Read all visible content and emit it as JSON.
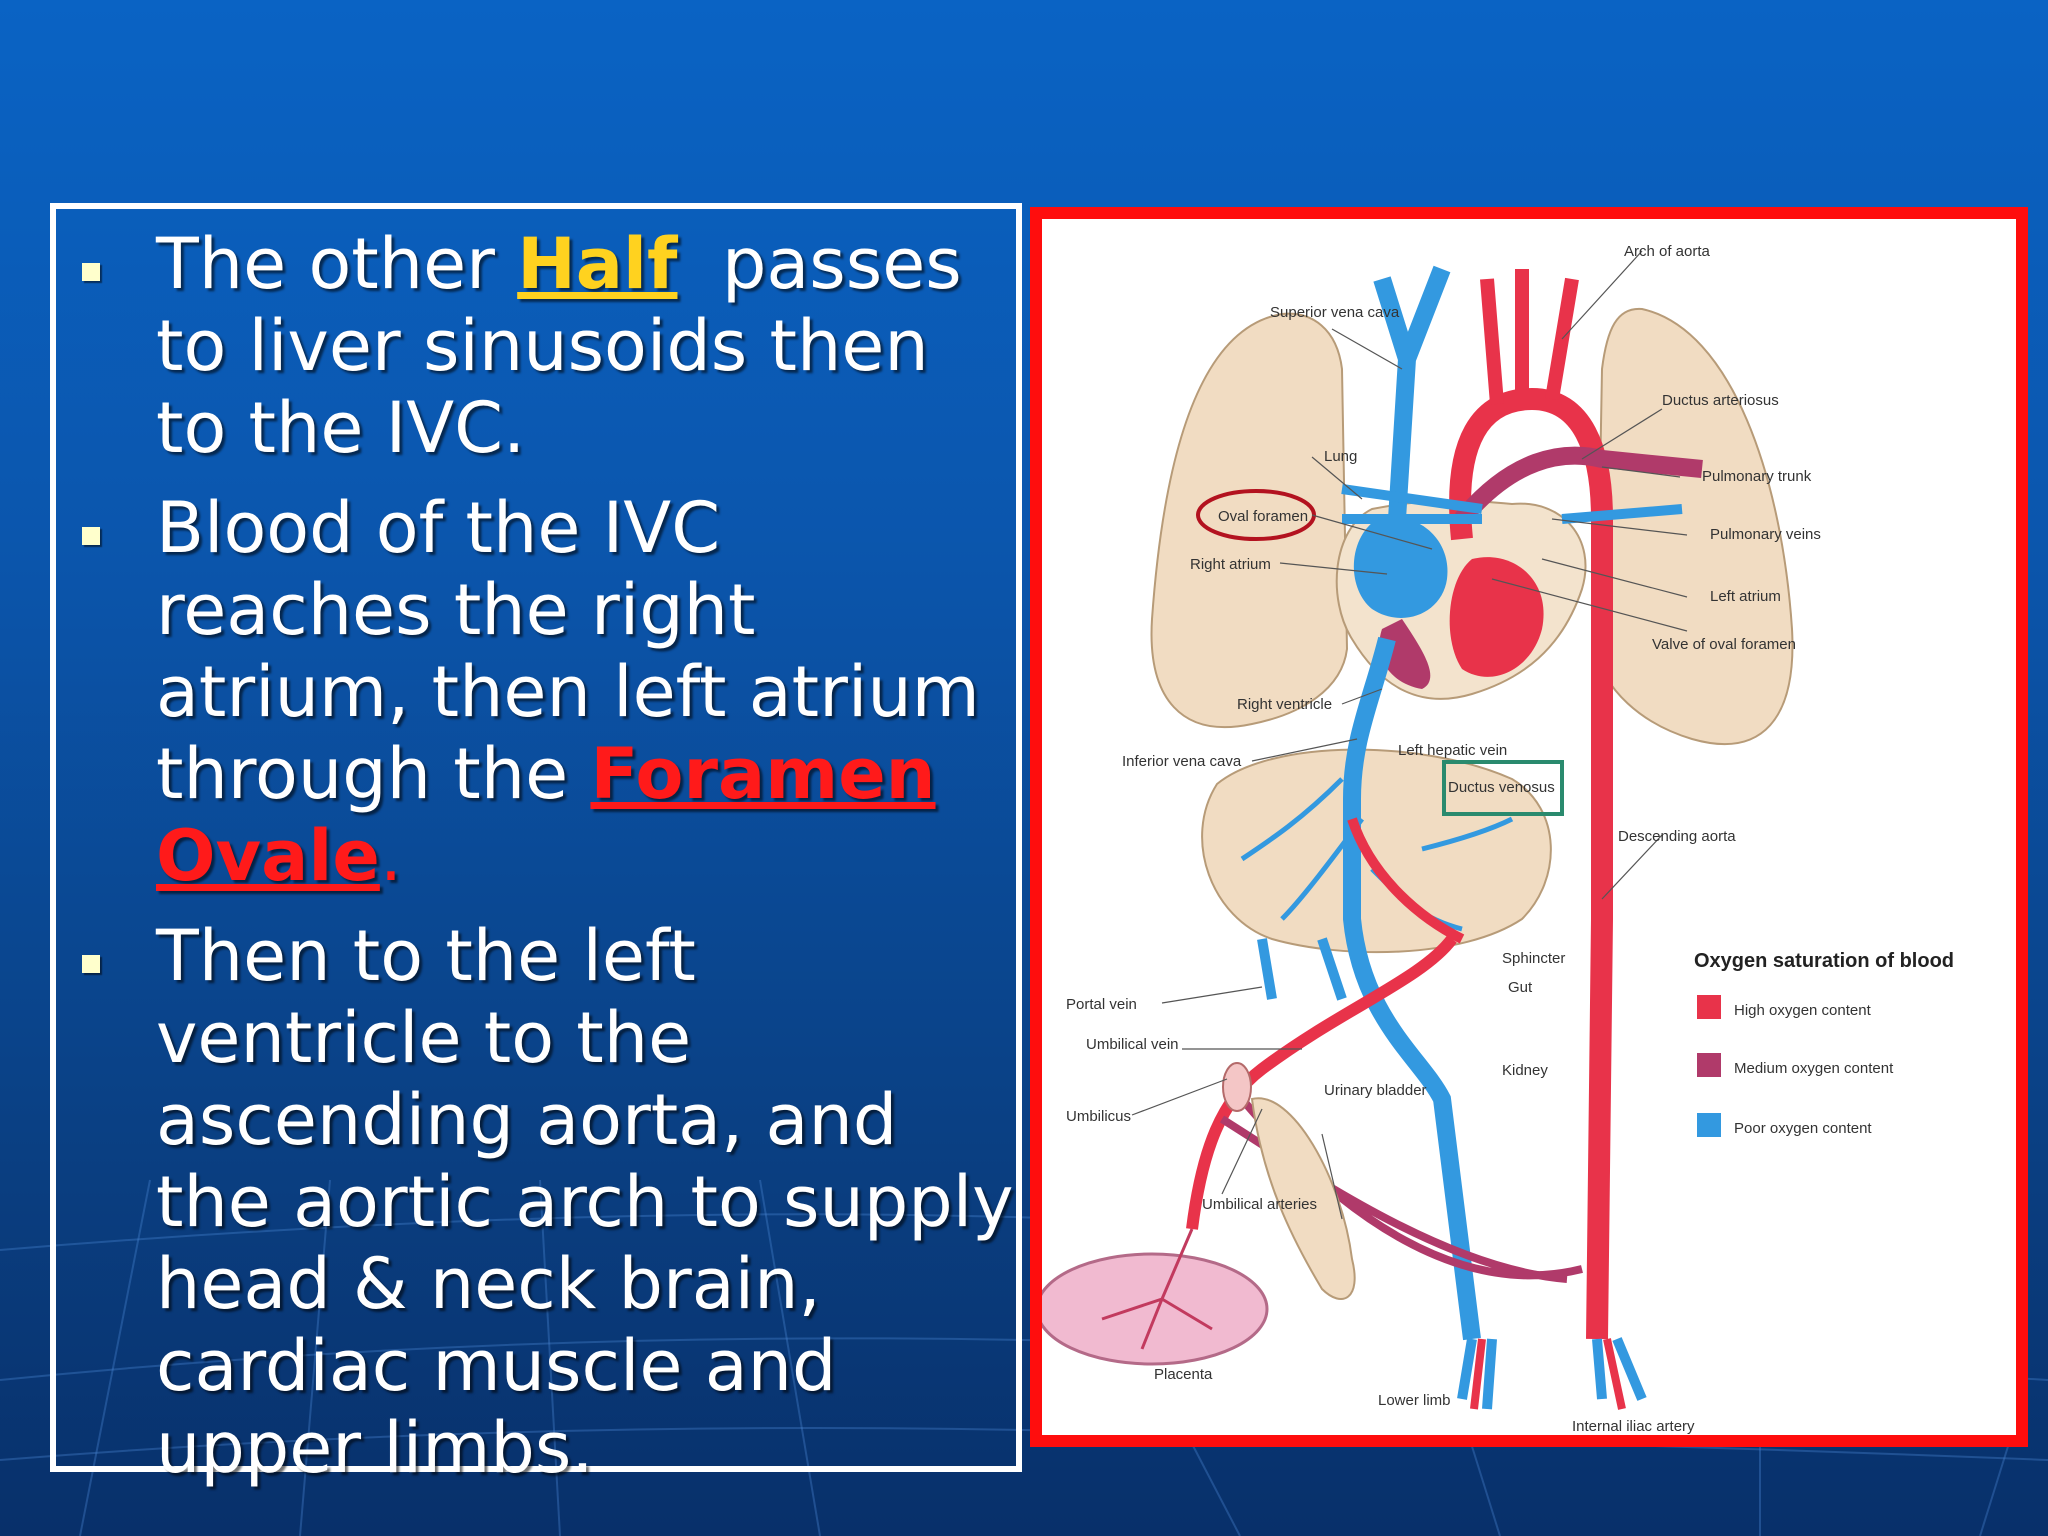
{
  "bullets": [
    {
      "before": "The other ",
      "highlight": "Half",
      "after": "  passes to liver sinusoids then to the IVC."
    },
    {
      "before": "Blood of the IVC reaches the right atrium, then left atrium through the ",
      "highlight": "Foramen Ovale",
      "after": "."
    },
    {
      "text": "Then to the left ventricle to the ascending aorta, and the aortic arch to supply head & neck brain, cardiac muscle and upper limbs."
    }
  ],
  "diagram": {
    "labels": {
      "arch_of_aorta": "Arch of aorta",
      "superior_vena_cava": "Superior vena cava",
      "ductus_arteriosus": "Ductus arteriosus",
      "lung": "Lung",
      "pulmonary_trunk": "Pulmonary trunk",
      "oval_foramen": "Oval foramen",
      "pulmonary_veins": "Pulmonary veins",
      "right_atrium": "Right atrium",
      "left_atrium": "Left atrium",
      "valve_of_oval_foramen": "Valve of oval foramen",
      "right_ventricle": "Right ventricle",
      "inferior_vena_cava": "Inferior vena cava",
      "left_hepatic_vein": "Left hepatic vein",
      "ductus_venosus": "Ductus venosus",
      "descending_aorta": "Descending aorta",
      "sphincter": "Sphincter",
      "gut": "Gut",
      "portal_vein": "Portal vein",
      "umbilical_vein": "Umbilical vein",
      "kidney": "Kidney",
      "urinary_bladder": "Urinary bladder",
      "umbilicus": "Umbilicus",
      "umbilical_arteries": "Umbilical arteries",
      "placenta": "Placenta",
      "lower_limb": "Lower limb",
      "internal_iliac_artery": "Internal iliac artery"
    },
    "legend": {
      "title": "Oxygen saturation of blood",
      "items": [
        {
          "label": "High oxygen content",
          "color": "#e8334a"
        },
        {
          "label": "Medium oxygen content",
          "color": "#b03a6a"
        },
        {
          "label": "Poor oxygen content",
          "color": "#3399e0"
        }
      ]
    }
  }
}
